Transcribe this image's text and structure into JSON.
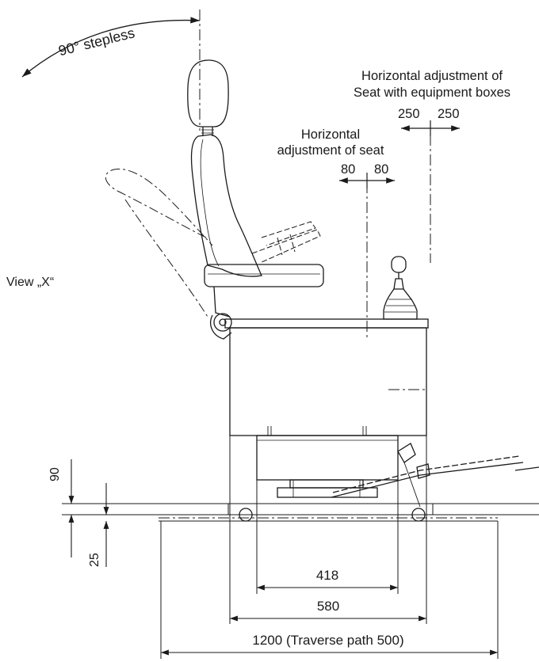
{
  "labels": {
    "stepless": "90° stepless",
    "view_x": "View „X“",
    "equipment_adjust_line1": "Horizontal adjustment of",
    "equipment_adjust_line2": "Seat with equipment boxes",
    "equipment_dim_left": "250",
    "equipment_dim_right": "250",
    "seat_adjust_line1": "Horizontal",
    "seat_adjust_line2": "adjustment of seat",
    "seat_dim_left": "80",
    "seat_dim_right": "80",
    "height_90": "90",
    "height_25": "25",
    "dim_418": "418",
    "dim_580": "580",
    "dim_1200": "1200 (Traverse path 500)"
  },
  "colors": {
    "line": "#1a1a1a"
  }
}
